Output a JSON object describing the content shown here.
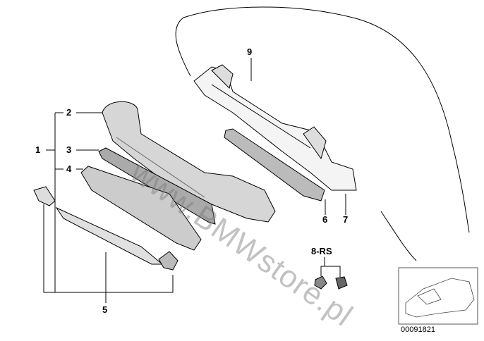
{
  "diagram": {
    "callouts": {
      "c1": "1",
      "c2": "2",
      "c3": "3",
      "c4": "4",
      "c5": "5",
      "c6": "6",
      "c7": "7",
      "c8": "8-RS",
      "c9": "9"
    },
    "watermark": "www.BMWstore.pl",
    "thumbnail_code": "00091821"
  }
}
